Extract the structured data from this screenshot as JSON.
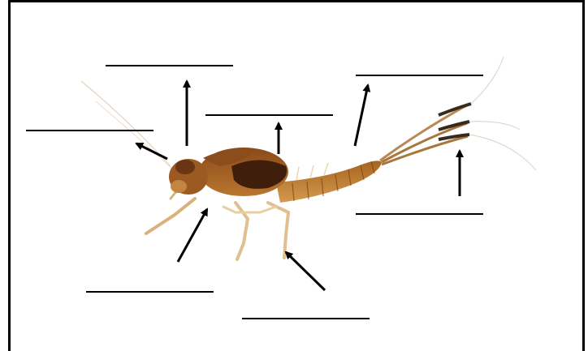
{
  "diagram": {
    "subject": "mayfly nymph",
    "label_blanks": [
      {
        "id": "blank-antenna",
        "text": ""
      },
      {
        "id": "blank-head",
        "text": ""
      },
      {
        "id": "blank-wing-pads",
        "text": ""
      },
      {
        "id": "blank-abdomen",
        "text": ""
      },
      {
        "id": "blank-cerci",
        "text": ""
      },
      {
        "id": "blank-front-leg",
        "text": ""
      },
      {
        "id": "blank-hind-leg",
        "text": ""
      }
    ],
    "colors": {
      "border": "#000000",
      "line": "#000000",
      "body_dark": "#5a2a10",
      "body_mid": "#9a5a22",
      "body_light": "#c9924a",
      "leg": "#d9b27a"
    }
  }
}
